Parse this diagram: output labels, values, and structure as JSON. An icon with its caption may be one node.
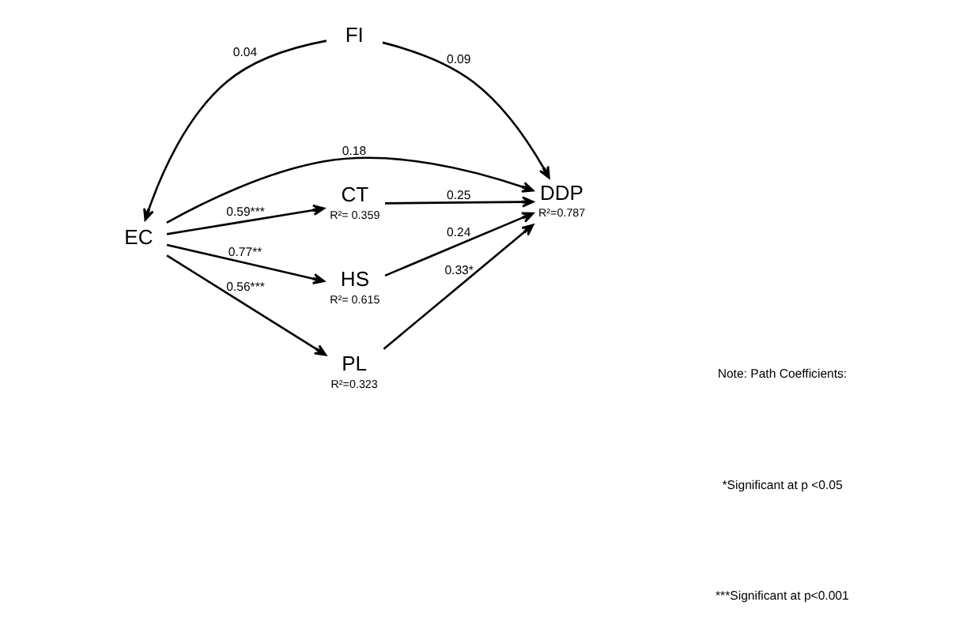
{
  "diagram": {
    "nodes": [
      {
        "text": [
          "FI"
        ]
      },
      {
        "text": [
          "EC"
        ]
      },
      {
        "text": [
          "CT"
        ],
        "beside": [
          "R²= 0.359"
        ]
      },
      {
        "text": [
          "HS"
        ],
        "beside": [
          "R²= 0.615"
        ]
      },
      {
        "text": [
          "PL"
        ],
        "beside": [
          "R²=0.323"
        ]
      },
      {
        "text": [
          "DDP"
        ],
        "beside": [
          "R²=0.787"
        ]
      }
    ],
    "edges": [
      {
        "from": 0,
        "to": 1,
        "arrow": "to",
        "label": "0.04"
      },
      {
        "from": 0,
        "to": 5,
        "arrow": "to",
        "label": "0.09"
      },
      {
        "from": 1,
        "to": 2,
        "arrow": "to",
        "label": "0.59***"
      },
      {
        "from": 1,
        "to": 3,
        "arrow": "to",
        "label": "0.77**"
      },
      {
        "from": 1,
        "to": 5,
        "arrow": "to",
        "label": "0.18"
      },
      {
        "from": 1,
        "to": 4,
        "arrow": "to",
        "label": "0.56***"
      },
      {
        "from": 2,
        "to": 5,
        "arrow": "to",
        "label": "0.25"
      },
      {
        "from": 3,
        "to": 5,
        "arrow": "to",
        "label": "0.24"
      },
      {
        "from": 4,
        "to": 5,
        "arrow": "to",
        "label": "0.33*"
      }
    ],
    "labels": [
      "Note: Path Coefficients:",
      "*Significant at p <0.05",
      "***Significant at p<0.001"
    ]
  }
}
